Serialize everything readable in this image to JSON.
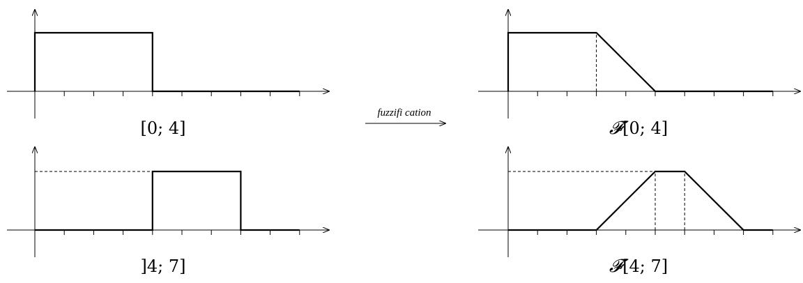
{
  "arrow_label": "fuzzifi cation",
  "plots": [
    {
      "id": "crisp-0-4",
      "label": "[0; 4]",
      "label_prefix": "",
      "points": [
        [
          0,
          0
        ],
        [
          0,
          1
        ],
        [
          4,
          1
        ],
        [
          4,
          0
        ],
        [
          9,
          0
        ]
      ],
      "guides": []
    },
    {
      "id": "fuzzy-0-4",
      "label": "[0; 4]",
      "label_prefix": "𝓕",
      "points": [
        [
          0,
          0
        ],
        [
          0,
          1
        ],
        [
          3,
          1
        ],
        [
          5,
          0
        ],
        [
          9,
          0
        ]
      ],
      "guides": [
        [
          3,
          0,
          3,
          1
        ]
      ]
    },
    {
      "id": "crisp-4-7",
      "label": "]4; 7]",
      "label_prefix": "",
      "points": [
        [
          0,
          0
        ],
        [
          4,
          0
        ],
        [
          4,
          1
        ],
        [
          7,
          1
        ],
        [
          7,
          0
        ],
        [
          9,
          0
        ]
      ],
      "guides": [
        [
          0,
          1,
          4,
          1
        ]
      ]
    },
    {
      "id": "fuzzy-4-7",
      "label": "[4; 7]",
      "label_prefix": "𝓕",
      "points": [
        [
          0,
          0
        ],
        [
          3,
          0
        ],
        [
          5,
          1
        ],
        [
          6,
          1
        ],
        [
          8,
          0
        ],
        [
          9,
          0
        ]
      ],
      "guides": [
        [
          0,
          1,
          5,
          1
        ],
        [
          5,
          0,
          5,
          1
        ],
        [
          6,
          0,
          6,
          1
        ]
      ]
    }
  ],
  "axes": {
    "x_range": [
      0,
      9
    ],
    "y_range": [
      0,
      1
    ],
    "ticks": [
      1,
      2,
      3,
      4,
      5,
      6,
      7,
      8,
      9
    ]
  }
}
